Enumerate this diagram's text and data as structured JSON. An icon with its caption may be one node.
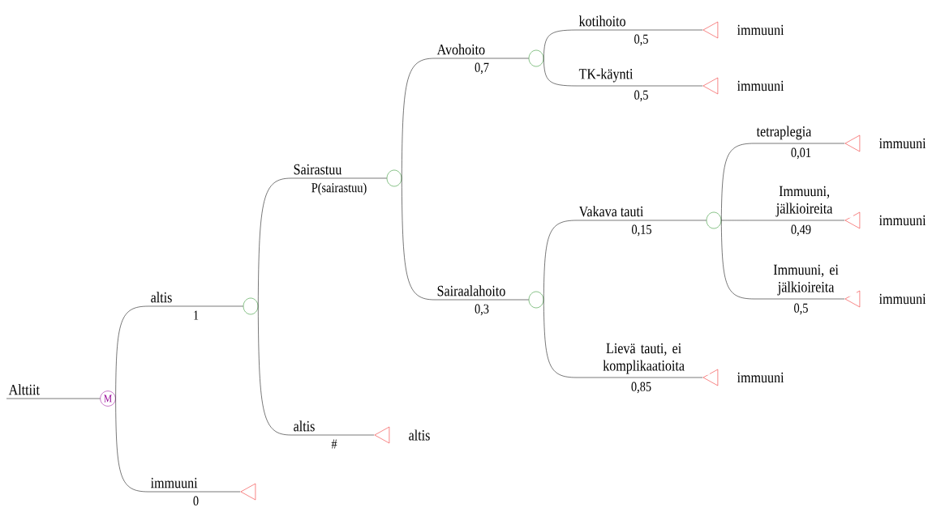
{
  "diagram": {
    "nodes": [
      {
        "text": [
          "M"
        ]
      },
      {
        "text": [],
        "shape": "triangle"
      },
      {
        "text": [],
        "shape": "circle"
      },
      {
        "text": [],
        "shape": "circle"
      },
      {
        "text": [],
        "shape": "triangle",
        "beside": [
          "altis"
        ]
      },
      {
        "text": [],
        "shape": "circle"
      },
      {
        "text": [],
        "shape": "circle"
      },
      {
        "text": [],
        "shape": "triangle",
        "beside": [
          "immuuni"
        ]
      },
      {
        "text": [],
        "shape": "triangle",
        "beside": [
          "immuuni"
        ]
      },
      {
        "text": [],
        "shape": "circle"
      },
      {
        "text": [],
        "shape": "triangle",
        "beside": [
          "immuuni"
        ]
      },
      {
        "text": [],
        "shape": "triangle",
        "beside": [
          "immuuni"
        ]
      },
      {
        "text": [],
        "shape": "triangle",
        "beside": [
          "immuuni"
        ]
      },
      {
        "text": [],
        "shape": "triangle",
        "beside": [
          "immuuni"
        ]
      }
    ],
    "edges": [
      {
        "from": null,
        "to": 0,
        "arrow": "none",
        "label": "Alttiit"
      },
      {
        "from": 0,
        "to": 2,
        "arrow": "none",
        "label": "altis"
      },
      {
        "from": 0,
        "to": 1,
        "arrow": "none",
        "label": "immuuni"
      },
      {
        "from": 2,
        "to": 3,
        "arrow": "none",
        "label": "Sairastuu"
      },
      {
        "from": 2,
        "to": 4,
        "arrow": "none",
        "label": "altis"
      },
      {
        "from": 3,
        "to": 5,
        "arrow": "none",
        "label": "Avohoito"
      },
      {
        "from": 3,
        "to": 6,
        "arrow": "none",
        "label": "Sairaalahoito"
      },
      {
        "from": 5,
        "to": 7,
        "arrow": "none",
        "label": "kotihoito"
      },
      {
        "from": 5,
        "to": 8,
        "arrow": "none",
        "label": "TK-käynti"
      },
      {
        "from": 6,
        "to": 9,
        "arrow": "none",
        "label": "Vakava tauti"
      },
      {
        "from": 6,
        "to": 10,
        "arrow": "none",
        "label": "Lievä tauti, ei komplikaatioita"
      },
      {
        "from": 9,
        "to": 11,
        "arrow": "none",
        "label": "tetraplegia"
      },
      {
        "from": 9,
        "to": 12,
        "arrow": "none",
        "label": "Immuuni, jälkioireita"
      },
      {
        "from": 9,
        "to": 13,
        "arrow": "none",
        "label": "Immuuni, ei jälkioireita"
      }
    ],
    "labels": [
      "1",
      "0",
      "P(sairastuu)",
      "#",
      "0,7",
      "0,3",
      "0,5",
      "0,5",
      "0,15",
      "0,85",
      "0,01",
      "0,49",
      "0,5"
    ]
  }
}
